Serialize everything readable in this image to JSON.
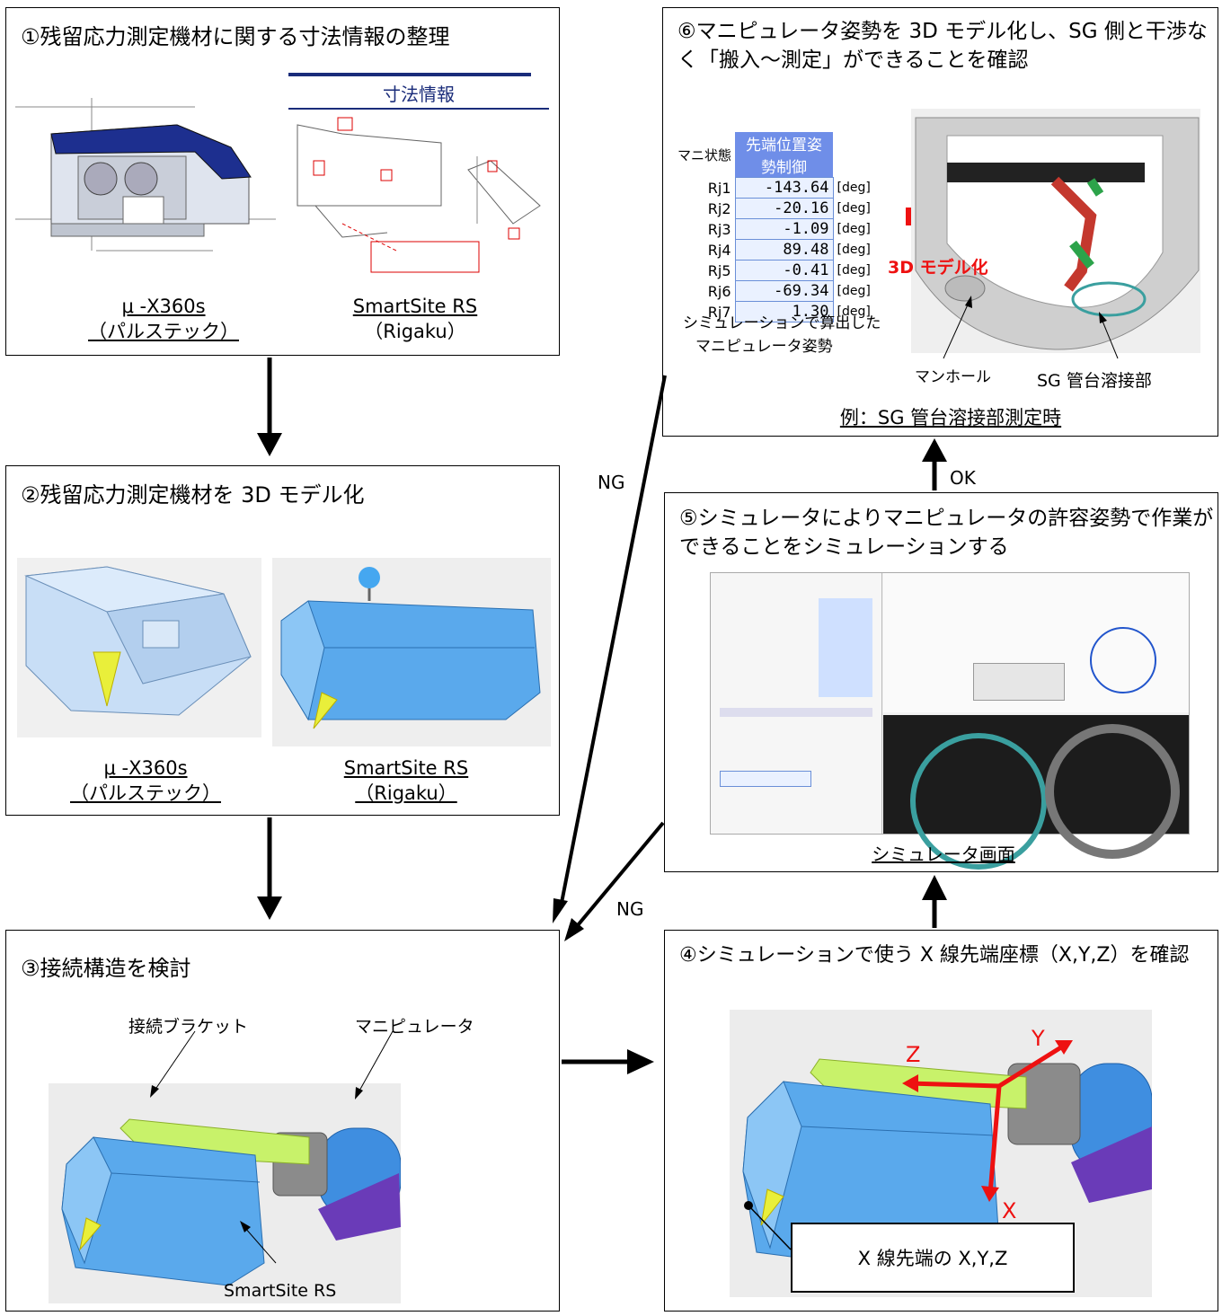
{
  "box1": {
    "title": "①残留応力測定機材に関する寸法情報の整理",
    "dim_title": "寸法情報",
    "left_name": "μ -X360s",
    "left_maker": "（パルステック）",
    "right_name": "SmartSite RS",
    "right_maker": "（Rigaku）"
  },
  "box2": {
    "title": "②残留応力測定機材を 3D モデル化",
    "left_name": "μ -X360s",
    "left_maker": "（パルステック）",
    "right_name": "SmartSite RS",
    "right_maker": "（Rigaku）"
  },
  "box3": {
    "title": "③接続構造を検討",
    "bracket_label": "接続ブラケット",
    "manipulator_label": "マニピュレータ",
    "device_label": "SmartSite RS"
  },
  "box4": {
    "title": "④シミュレーションで使う X 線先端座標（X,Y,Z）を確認",
    "axis_x": "X",
    "axis_y": "Y",
    "axis_z": "Z",
    "tip_label": "X 線先端の X,Y,Z"
  },
  "box5": {
    "title_l1": "⑤シミュレータによりマニピュレータの許容姿勢で作業が",
    "title_l2": "できることをシミュレーションする",
    "caption": "シミュレータ画面"
  },
  "box6": {
    "title_l1": "⑥マニピュレータ姿勢を 3D モデル化し、SG 側と干渉な",
    "title_l2": "く「搬入～測定」ができることを確認",
    "table_state": "マニ状態",
    "table_header": "先端位置姿勢制御",
    "joints": [
      {
        "name": "Rj1",
        "value": "-143.64",
        "unit": "[deg]"
      },
      {
        "name": "Rj2",
        "value": "-20.16",
        "unit": "[deg]"
      },
      {
        "name": "Rj3",
        "value": "-1.09",
        "unit": "[deg]"
      },
      {
        "name": "Rj4",
        "value": "89.48",
        "unit": "[deg]"
      },
      {
        "name": "Rj5",
        "value": "-0.41",
        "unit": "[deg]"
      },
      {
        "name": "Rj6",
        "value": "-69.34",
        "unit": "[deg]"
      },
      {
        "name": "Rj7",
        "value": "1.30",
        "unit": "[deg]"
      }
    ],
    "sim_caption_l1": "シミュレーションで算出した",
    "sim_caption_l2": "マニピュレータ姿勢",
    "model_label": "3D モデル化",
    "manhole_label": "マンホール",
    "weld_label": "SG 管台溶接部",
    "example_caption": "例：SG 管台溶接部測定時"
  },
  "flow": {
    "ok": "OK",
    "ng1": "NG",
    "ng2": "NG"
  },
  "colors": {
    "device_blue": "#5aa9ec",
    "bracket_green": "#c8f26a",
    "arrow_red": "#ee1111"
  }
}
